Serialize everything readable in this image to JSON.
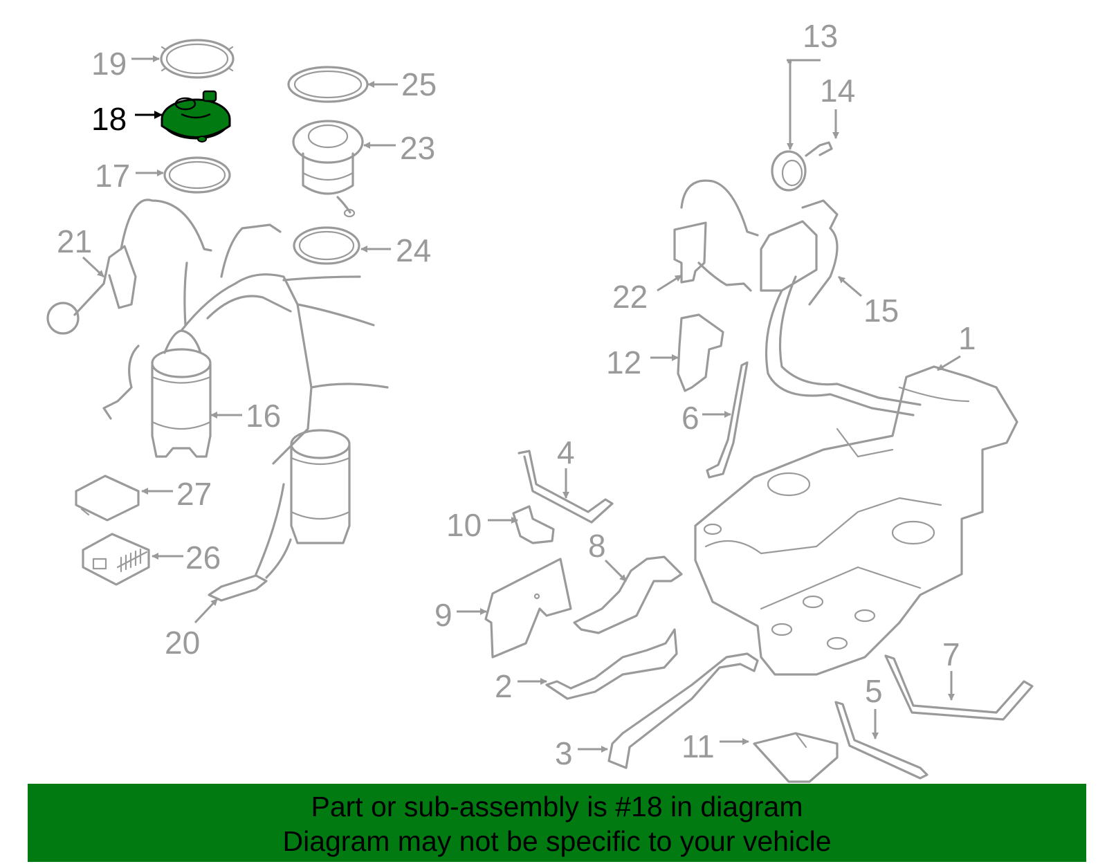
{
  "colors": {
    "part_stroke": "#9a9a9a",
    "highlight_fill": "#007a11",
    "highlight_label": "#000000",
    "banner_background": "#007a11",
    "banner_text": "#000000"
  },
  "diagram": {
    "highlighted_part": "18",
    "labels": [
      "1",
      "2",
      "3",
      "4",
      "5",
      "6",
      "7",
      "8",
      "9",
      "10",
      "11",
      "12",
      "13",
      "14",
      "15",
      "16",
      "17",
      "18",
      "19",
      "20",
      "21",
      "22",
      "23",
      "24",
      "25",
      "26",
      "27"
    ]
  },
  "banner": {
    "line1": "Part or sub-assembly is #18 in diagram",
    "line2": "Diagram may not be specific to your vehicle"
  }
}
